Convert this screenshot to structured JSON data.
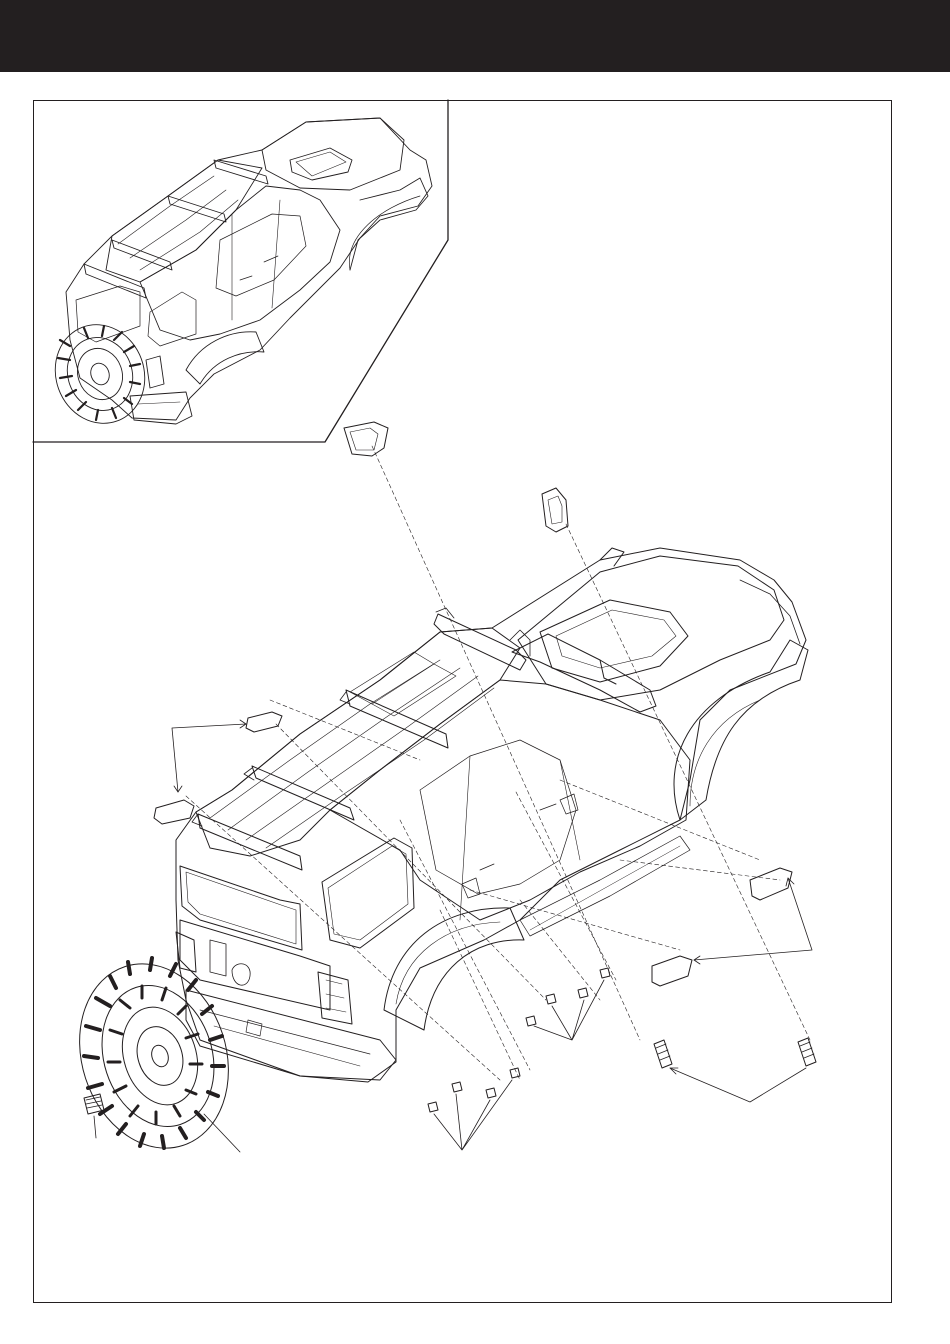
{
  "page": {
    "header_title": "",
    "header_color": "#231f20",
    "background": "#ffffff",
    "line_color": "#231f20"
  },
  "inset": {
    "label": ""
  },
  "parts": {
    "left_mirror": "mirror-part",
    "right_mirror": "mirror-part",
    "spare_tire": "tire-part",
    "tire_screw": "screw-part",
    "roof_rack_clips": [
      "clip-part",
      "clip-part"
    ],
    "side_clips": [
      "clip-part",
      "clip-part"
    ],
    "bumper_screws": [
      "screw-part",
      "screw-part",
      "screw-part",
      "screw-part"
    ],
    "side_screws": [
      "screw-part",
      "screw-part",
      "screw-part",
      "screw-part"
    ],
    "long_screws": [
      "screw-part",
      "screw-part"
    ]
  }
}
